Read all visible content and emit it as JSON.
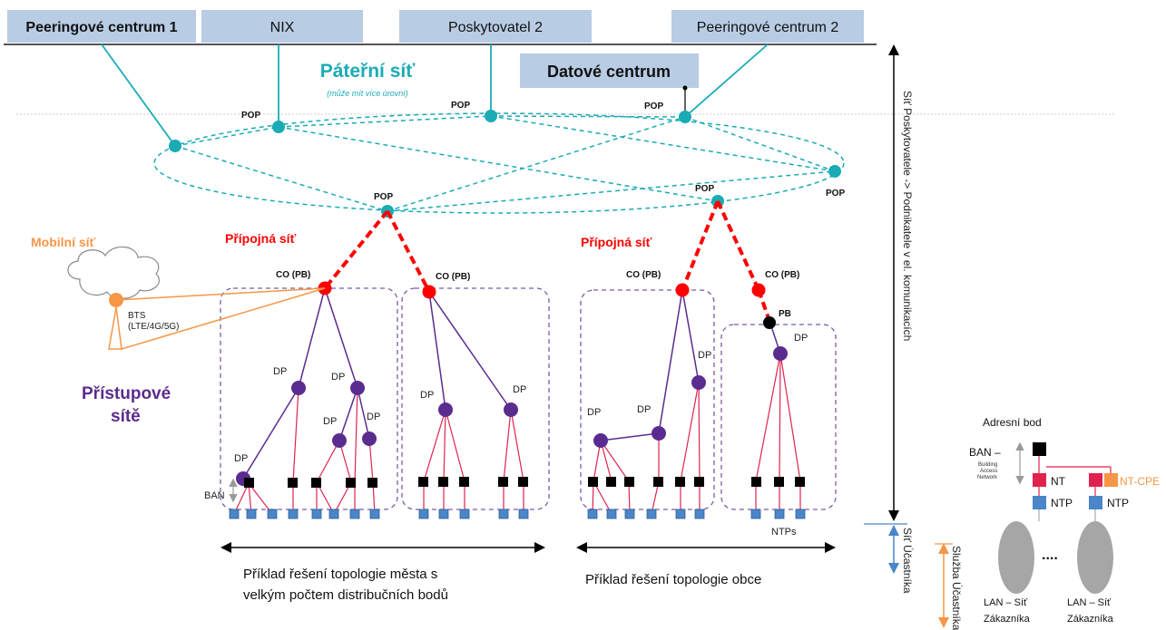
{
  "top_boxes": {
    "peering1": "Peeringové centrum 1",
    "nix": "NIX",
    "provider2": "Poskytovatel 2",
    "peering2": "Peeringové centrum 2",
    "datacenter": "Datové centrum"
  },
  "backbone": {
    "title": "Páteřní síť",
    "subtitle": "(může mít více úrovní)"
  },
  "node_labels": {
    "pop": "POP",
    "co": "CO (PB)",
    "dp": "DP",
    "pb": "PB",
    "ban": "BAN",
    "ntps": "NTPs",
    "bts": "BTS",
    "bts_tech": "(LTE/4G/5G)"
  },
  "sections": {
    "mobile": "Mobilní síť",
    "access_left": "Přípojná síť",
    "access_right": "Přípojná síť",
    "access_networks_line1": "Přístupové",
    "access_networks_line2": "sítě"
  },
  "examples": {
    "city_line1": "Příklad řešení topologie města s",
    "city_line2": "velkým počtem distribučních bodů",
    "village": "Příklad řešení topologie obce"
  },
  "side_labels": {
    "provider_network": "Síť Poskytovatele -> Podnikatele v el. komunikacích",
    "subscriber_network": "Síť Účastníka",
    "subscriber_service": "Služba Účastníka"
  },
  "legend": {
    "address_point": "Adresní bod",
    "ban": "BAN –",
    "ban_desc1": "Building",
    "ban_desc2": "Access",
    "ban_desc3": "Network",
    "nt": "NT",
    "nt_cpe": "NT-CPE",
    "ntp": "NTP",
    "dots": "....",
    "lan1_line1": "LAN – Síť",
    "lan1_line2": "Zákazníka",
    "lan2_line1": "LAN – Síť",
    "lan2_line2": "Zákazníka"
  },
  "colors": {
    "backbone": "#1aabb5",
    "access_red": "#ff0000",
    "distribution_purple": "#5b2c8f",
    "mobile_orange": "#f79646",
    "box_fill": "#b8cce4",
    "ntp_blue": "#4a86c8",
    "nt_red": "#e0234e"
  }
}
